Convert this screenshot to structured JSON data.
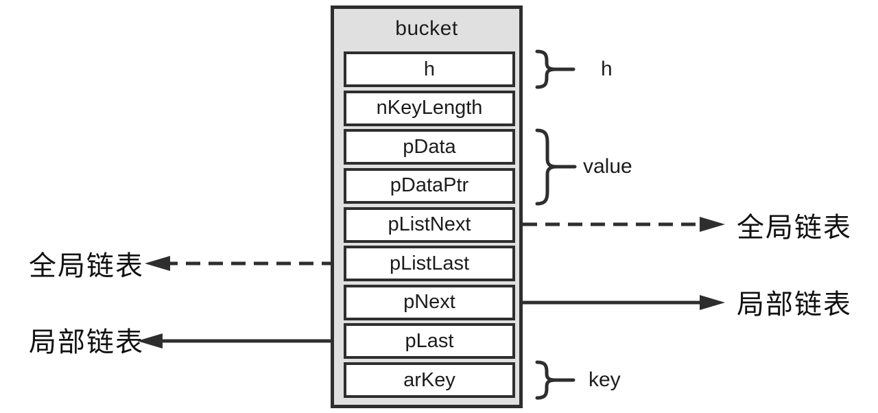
{
  "diagram": {
    "title": "bucket",
    "fields": [
      "h",
      "nKeyLength",
      "pData",
      "pDataPtr",
      "pListNext",
      "pListLast",
      "pNext",
      "pLast",
      "arKey"
    ],
    "braces": [
      {
        "label": "h",
        "covers": [
          "h"
        ]
      },
      {
        "label": "value",
        "covers": [
          "pData",
          "pDataPtr"
        ]
      },
      {
        "label": "key",
        "covers": [
          "arKey"
        ]
      }
    ],
    "arrows": [
      {
        "label": "全局链表",
        "side": "right",
        "style": "dashed",
        "from_field": "pListNext"
      },
      {
        "label": "全局链表",
        "side": "left",
        "style": "dashed",
        "from_field": "pListLast"
      },
      {
        "label": "局部链表",
        "side": "right",
        "style": "solid",
        "from_field": "pNext"
      },
      {
        "label": "局部链表",
        "side": "left",
        "style": "solid",
        "from_field": "pLast"
      }
    ],
    "colors": {
      "box_fill": "#e0e0e0",
      "row_fill": "#ffffff",
      "line": "#2e2e2e",
      "text": "#1c1c1c"
    }
  }
}
